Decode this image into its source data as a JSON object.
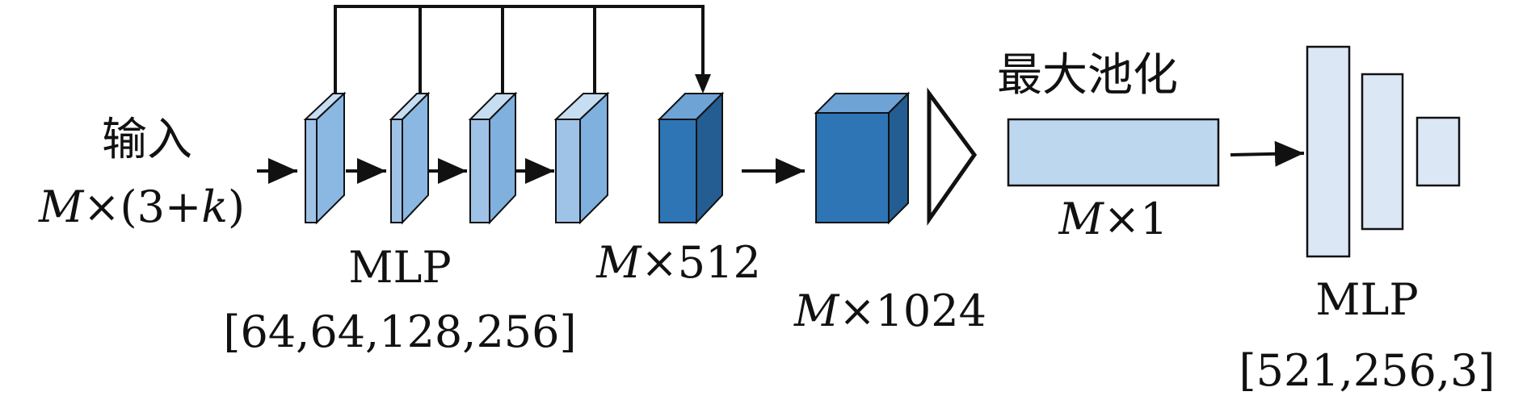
{
  "input": {
    "label": "输入",
    "dim_var": "M",
    "dim_rest": "×(3+",
    "dim_k": "k",
    "dim_close": ")"
  },
  "mlp1": {
    "label": "MLP",
    "sizes": "[64,64,128,256]"
  },
  "feat512": {
    "var": "M",
    "rest": "×512"
  },
  "feat1024": {
    "var": "M",
    "rest": "×1024"
  },
  "maxpool": {
    "label": "最大池化",
    "dim_var": "M",
    "dim_rest": "×1"
  },
  "mlp2": {
    "label": "MLP",
    "sizes": "[521,256,3]"
  },
  "colors": {
    "layer_light_front": "#9fc3e7",
    "layer_light_side": "#7fb0de",
    "layer_light_top": "#c6ddf2",
    "layer_mid_front": "#8dbbe6",
    "layer_dark_front": "#2e75b6",
    "layer_dark_side": "#245d91",
    "layer_dark_top": "#6ea3d6",
    "pool_bar": "#bdd7ee",
    "mlp_out": "#dce7f5",
    "stroke": "#111111"
  }
}
